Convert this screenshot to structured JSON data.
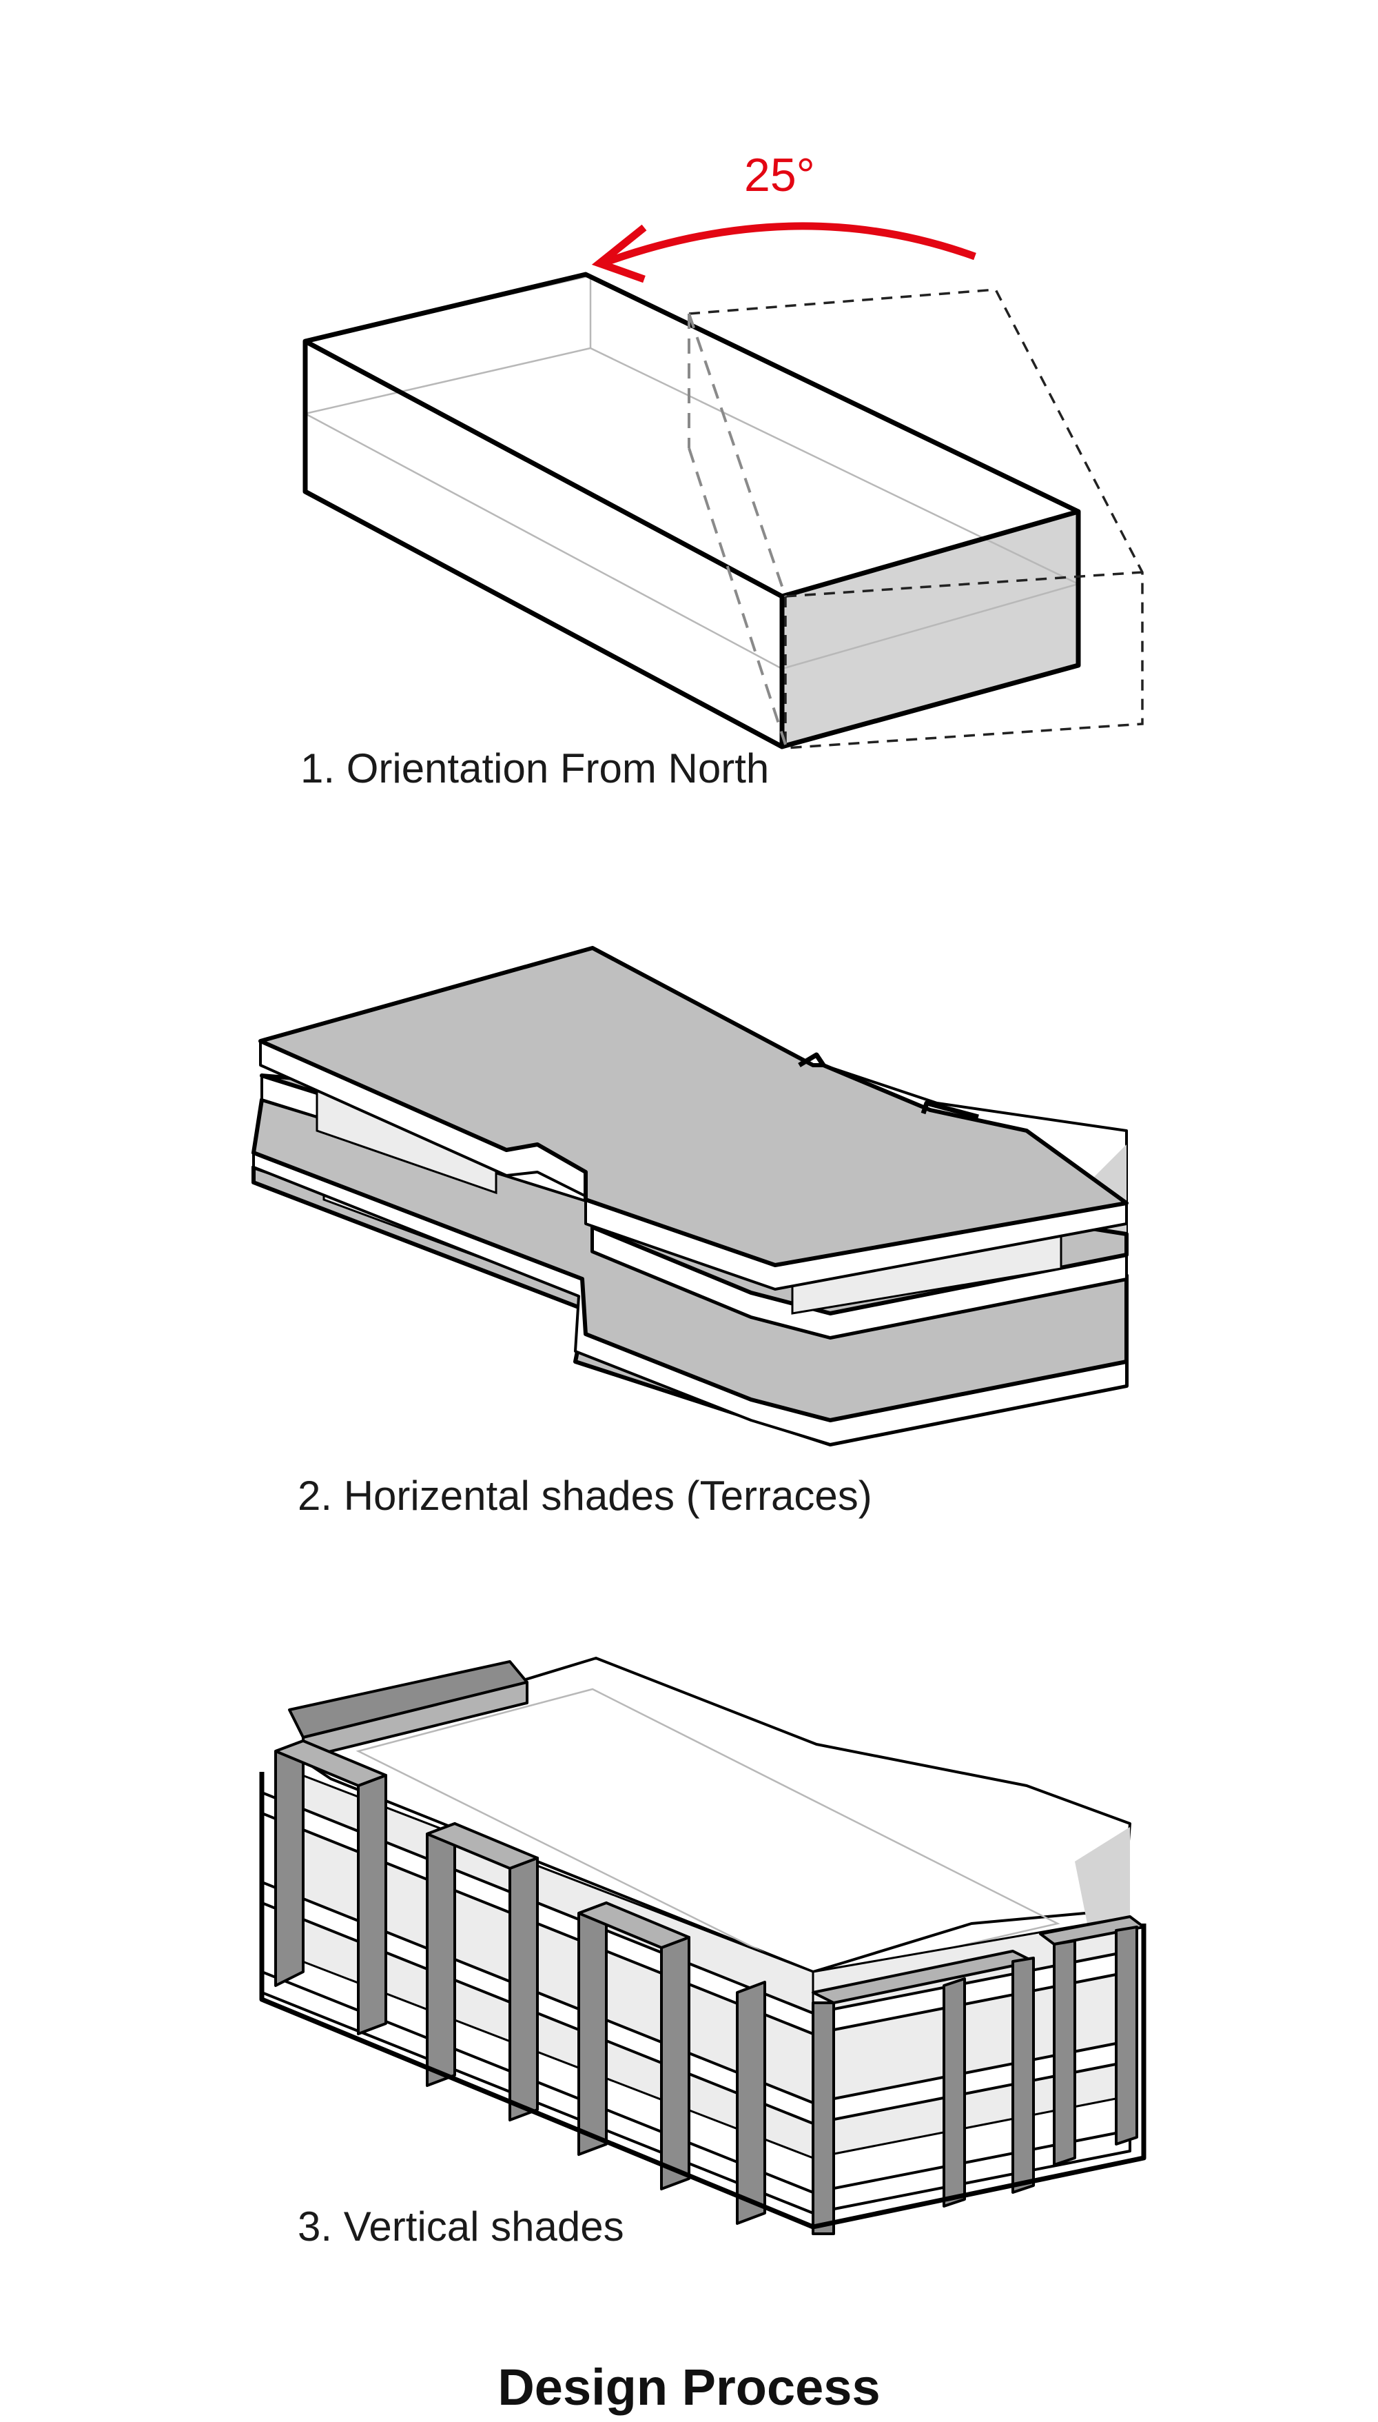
{
  "rotation_annotation": {
    "angle_label": "25°",
    "arrow_color": "#e30613"
  },
  "steps": [
    {
      "caption": "1. Orientation From North"
    },
    {
      "caption": "2. Horizental shades (Terraces)"
    },
    {
      "caption": "3. Vertical shades"
    }
  ],
  "title": "Design Process"
}
